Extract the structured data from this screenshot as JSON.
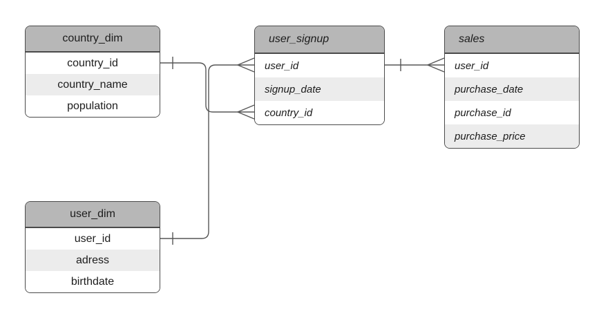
{
  "colors": {
    "header_fill": "#b7b7b7",
    "row_fill": "#ffffff",
    "row_alt_fill": "#ececec",
    "border": "#4a4a4a",
    "line": "#565656",
    "text": "#1c1c1c",
    "background": "#ffffff"
  },
  "tables": [
    {
      "name": "country_dim",
      "columns": [
        "country_id",
        "country_name",
        "population"
      ]
    },
    {
      "name": "user_dim",
      "columns": [
        "user_id",
        "adress",
        "birthdate"
      ]
    },
    {
      "name": "user_signup",
      "columns": [
        "user_id",
        "signup_date",
        "country_id"
      ]
    },
    {
      "name": "sales",
      "columns": [
        "user_id",
        "purchase_date",
        "purchase_id",
        "purchase_price"
      ]
    }
  ],
  "relationships": [
    {
      "from_table": "country_dim",
      "from_column": "country_id",
      "from_cardinality": "one",
      "to_table": "user_signup",
      "to_column": "country_id",
      "to_cardinality": "many"
    },
    {
      "from_table": "user_dim",
      "from_column": "user_id",
      "from_cardinality": "one",
      "to_table": "user_signup",
      "to_column": "user_id",
      "to_cardinality": "many"
    },
    {
      "from_table": "user_signup",
      "from_column": "user_id",
      "from_cardinality": "one",
      "to_table": "sales",
      "to_column": "user_id",
      "to_cardinality": "many"
    }
  ]
}
